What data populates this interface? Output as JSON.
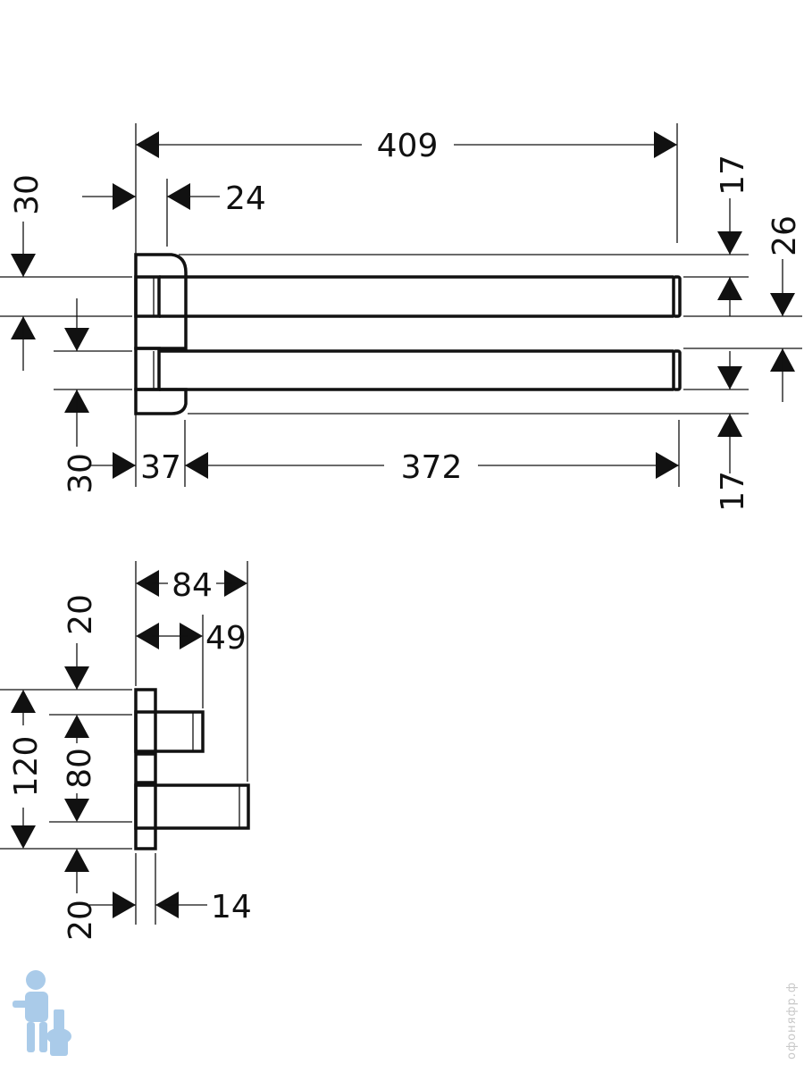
{
  "colors": {
    "ink": "#111111",
    "background": "#ffffff",
    "watermark": "#c8c8c8",
    "logo": "#9cc3e6"
  },
  "top_view": {
    "dimensions": {
      "overall_length": "409",
      "bracket_depth": "24",
      "rail_length": "372",
      "bracket_width": "37",
      "top_offset": "30",
      "bottom_offset": "30",
      "bar_gap_upper": "17",
      "bar_gap_lower": "17",
      "rail_spacing": "26"
    }
  },
  "side_view": {
    "dimensions": {
      "total_projection": "84",
      "inner_projection": "49",
      "plate_height": "120",
      "rail_pitch": "80",
      "top_margin": "20",
      "bottom_margin": "20",
      "plate_thickness": "14"
    }
  },
  "logo_icon": "plumber-mascot-icon",
  "watermark_text": "офоняфр.ф"
}
